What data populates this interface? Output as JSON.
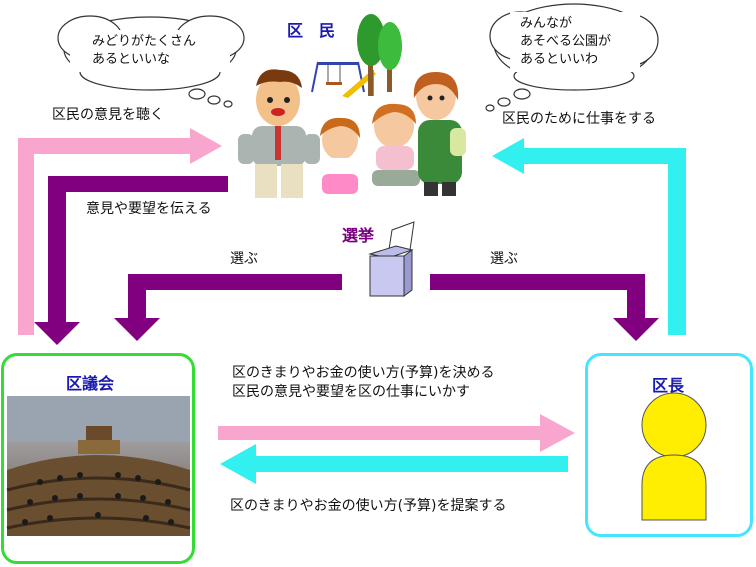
{
  "residents": {
    "title": "区　民"
  },
  "thought_left": {
    "lines": [
      "みどりがたくさん",
      "あるといいな"
    ]
  },
  "thought_right": {
    "lines": [
      "みんなが",
      "あそべる公園が",
      "あるといいわ"
    ]
  },
  "arrows": {
    "listen": "区民の意見を聴く",
    "convey": "意見や要望を伝える",
    "work_for": "区民のために仕事をする",
    "choose_left": "選ぶ",
    "choose_right": "選ぶ",
    "decide_line1": "区のきまりやお金の使い方(予算)を決める",
    "decide_line2": "区民の意見や要望を区の仕事にいかす",
    "propose": "区のきまりやお金の使い方(予算)を提案する"
  },
  "election": {
    "title": "選挙"
  },
  "assembly": {
    "title": "区議会"
  },
  "mayor": {
    "title": "区長"
  },
  "colors": {
    "pink": "#f9a6cf",
    "purple": "#800080",
    "cyan": "#33f0f0",
    "green_border": "#33dd33",
    "cyan_border": "#44e6ff",
    "mayor_figure": "#ffee00"
  }
}
